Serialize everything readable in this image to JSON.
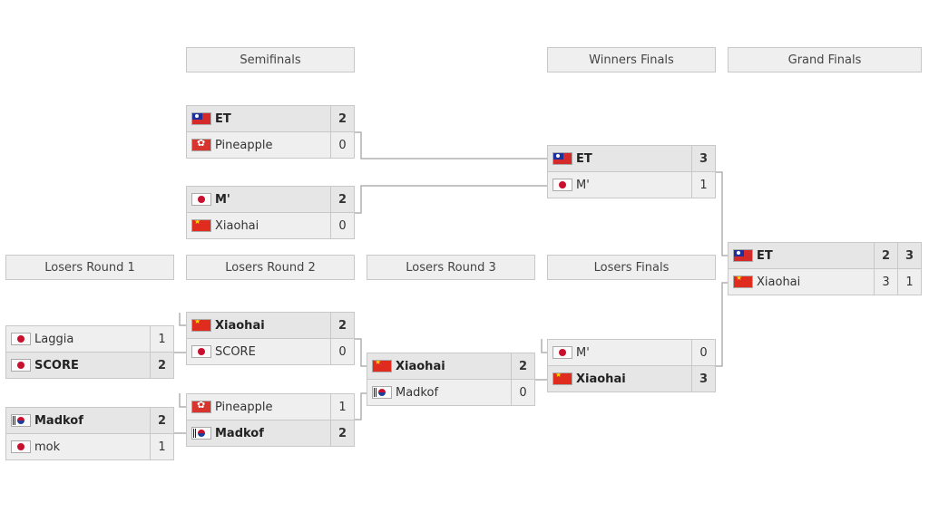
{
  "headers": {
    "semifinals": "Semifinals",
    "winners_finals": "Winners Finals",
    "grand_finals": "Grand Finals",
    "losers_r1": "Losers Round 1",
    "losers_r2": "Losers Round 2",
    "losers_r3": "Losers Round 3",
    "losers_finals": "Losers Finals"
  },
  "matches": {
    "sf1": {
      "p1": {
        "name": "ET",
        "flag": "taiwan-flag-icon",
        "score": "2",
        "win": true
      },
      "p2": {
        "name": "Pineapple",
        "flag": "hong-kong-flag-icon",
        "score": "0",
        "win": false
      }
    },
    "sf2": {
      "p1": {
        "name": "M'",
        "flag": "japan-flag-icon",
        "score": "2",
        "win": true
      },
      "p2": {
        "name": "Xiaohai",
        "flag": "china-flag-icon",
        "score": "0",
        "win": false
      }
    },
    "wf": {
      "p1": {
        "name": "ET",
        "flag": "taiwan-flag-icon",
        "score": "3",
        "win": true
      },
      "p2": {
        "name": "M'",
        "flag": "japan-flag-icon",
        "score": "1",
        "win": false
      }
    },
    "gf": {
      "p1": {
        "name": "ET",
        "flag": "taiwan-flag-icon",
        "score1": "2",
        "score2": "3",
        "win": true
      },
      "p2": {
        "name": "Xiaohai",
        "flag": "china-flag-icon",
        "score1": "3",
        "score2": "1",
        "win": false
      }
    },
    "lr1a": {
      "p1": {
        "name": "Laggia",
        "flag": "japan-flag-icon",
        "score": "1",
        "win": false
      },
      "p2": {
        "name": "SCORE",
        "flag": "japan-flag-icon",
        "score": "2",
        "win": true
      }
    },
    "lr1b": {
      "p1": {
        "name": "Madkof",
        "flag": "korea-flag-icon",
        "score": "2",
        "win": true
      },
      "p2": {
        "name": "mok",
        "flag": "japan-flag-icon",
        "score": "1",
        "win": false
      }
    },
    "lr2a": {
      "p1": {
        "name": "Xiaohai",
        "flag": "china-flag-icon",
        "score": "2",
        "win": true
      },
      "p2": {
        "name": "SCORE",
        "flag": "japan-flag-icon",
        "score": "0",
        "win": false
      }
    },
    "lr2b": {
      "p1": {
        "name": "Pineapple",
        "flag": "hong-kong-flag-icon",
        "score": "1",
        "win": false
      },
      "p2": {
        "name": "Madkof",
        "flag": "korea-flag-icon",
        "score": "2",
        "win": true
      }
    },
    "lr3": {
      "p1": {
        "name": "Xiaohai",
        "flag": "china-flag-icon",
        "score": "2",
        "win": true
      },
      "p2": {
        "name": "Madkof",
        "flag": "korea-flag-icon",
        "score": "0",
        "win": false
      }
    },
    "lf": {
      "p1": {
        "name": "M'",
        "flag": "japan-flag-icon",
        "score": "0",
        "win": false
      },
      "p2": {
        "name": "Xiaohai",
        "flag": "china-flag-icon",
        "score": "3",
        "win": true
      }
    }
  }
}
